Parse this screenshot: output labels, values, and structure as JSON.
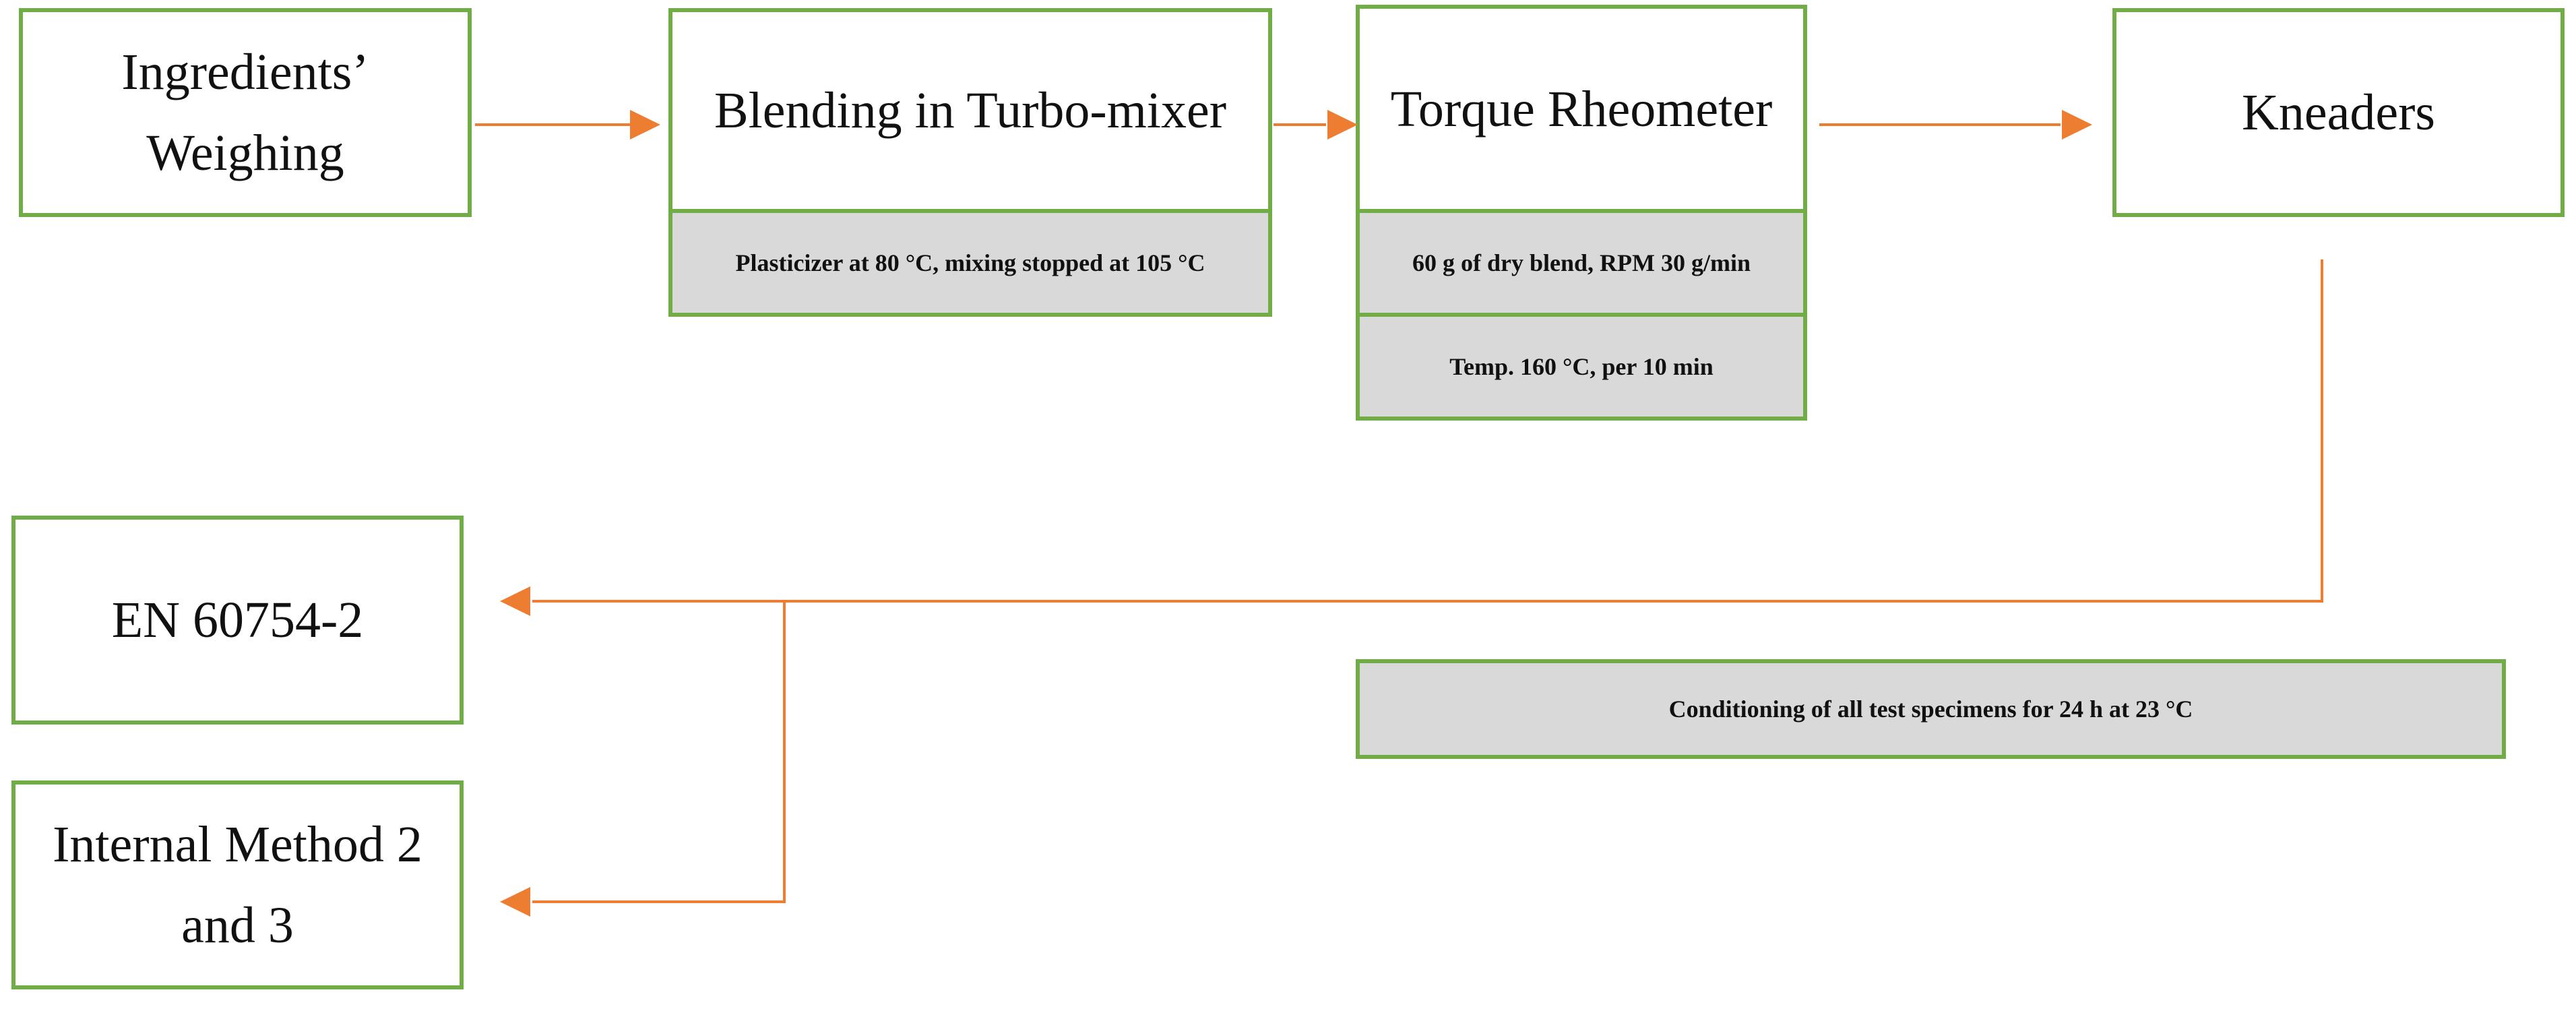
{
  "colors": {
    "box_border": "#70ad47",
    "note_fill": "#d9d9d9",
    "arrow": "#ed7d31"
  },
  "steps": {
    "weighing": "Ingredients’ Weighing",
    "blending": "Blending in Turbo-mixer",
    "rheometer": "Torque Rheometer",
    "kneaders": "Kneaders",
    "en_standard": "EN 60754-2",
    "internal_method": "Internal Method 2 and 3"
  },
  "notes": {
    "blending": "Plasticizer at 80 °C, mixing stopped at 105 °C",
    "rheometer_blend": "60 g of dry blend, RPM 30 g/min",
    "rheometer_temp": "Temp. 160 °C, per 10 min",
    "conditioning": "Conditioning of all test specimens for 24 h at 23 °C"
  }
}
